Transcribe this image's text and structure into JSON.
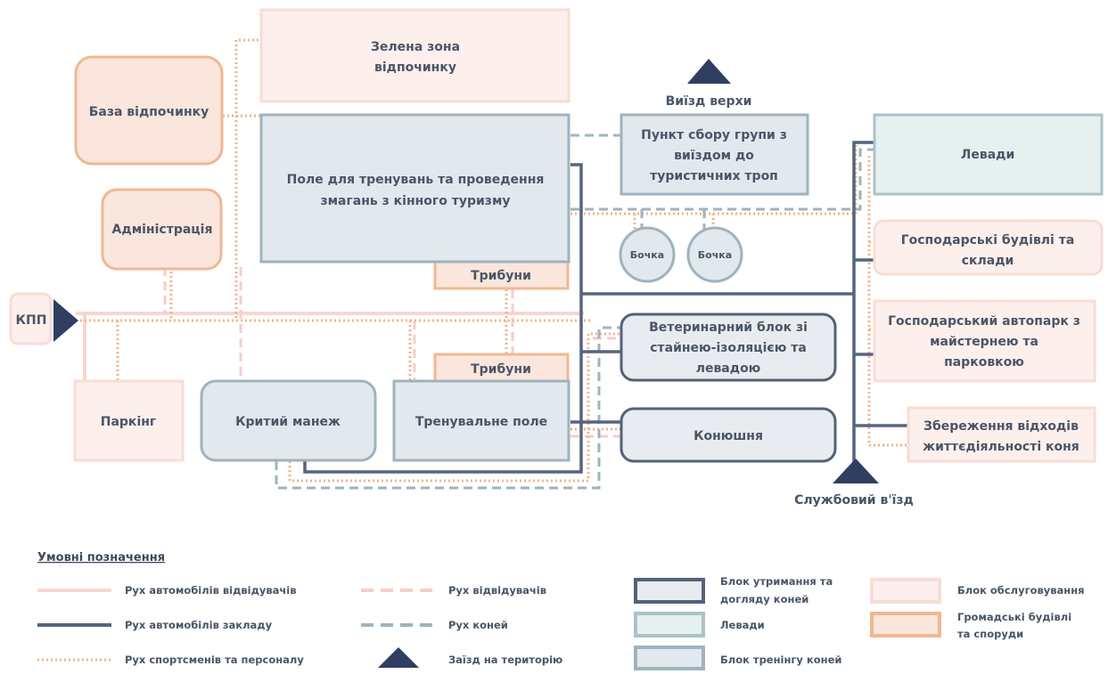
{
  "colors": {
    "service_fill": "#fdf0ec",
    "service_stroke": "#f8dcd6",
    "public_fill": "#fae6dc",
    "public_stroke": "#f1b892",
    "pasture_fill": "#e6f0ef",
    "pasture_stroke": "#a9c3c8",
    "training_fill": "#e1e9ee",
    "training_stroke": "#9fb3bd",
    "keeping_fill": "#e8ecf0",
    "keeping_stroke": "#53627a",
    "visitor_car_line": "#f9d5d0",
    "school_car_line": "#55657d",
    "staff_line": "#f0b48a",
    "visitor_walk_line": "#f7cdc7",
    "horse_line": "#9fb3bd",
    "triangle": "#2f3e61",
    "text": "#4a5566"
  },
  "blocks": {
    "green_zone": [
      "Зелена зона",
      "відпочинку"
    ],
    "base": [
      "База відпочинку"
    ],
    "admin": [
      "Адміністрація"
    ],
    "kpp": [
      "КПП"
    ],
    "parking": [
      "Паркінг"
    ],
    "field": [
      "Поле для тренувань та проведення",
      "змагань з кінного туризму"
    ],
    "tribunes_top": [
      "Трибуни"
    ],
    "tribunes_bottom": [
      "Трибуни"
    ],
    "manege": [
      "Критий манеж"
    ],
    "training_field": [
      "Тренувальне поле"
    ],
    "meeting_point": [
      "Пункт сбору групи з",
      "виїздом до",
      "туристичних троп"
    ],
    "barrel_1": [
      "Бочка"
    ],
    "barrel_2": [
      "Бочка"
    ],
    "vet": [
      "Ветеринарний блок зі",
      "стайнею-ізоляцією та",
      "левадою"
    ],
    "stable": [
      "Конюшня"
    ],
    "levady": [
      "Левади"
    ],
    "farm_buildings": [
      "Господарські будівлі та",
      "склади"
    ],
    "garage": [
      "Господарський автопарк з",
      "майстернею та",
      "парковкою"
    ],
    "waste": [
      "Збереження відходів",
      "життєдіяльності коня"
    ]
  },
  "exits": {
    "top": "Виїзд верхи",
    "service": "Службовий в'їзд"
  },
  "legend": {
    "title": "Умовні позначення",
    "visitor_cars": "Рух автомобілів відвідувачів",
    "school_cars": "Рух автомобілів закладу",
    "staff": "Рух спортсменів та персоналу",
    "visitors": "Рух відвідувачів",
    "horses": "Рух коней",
    "entry": "Заїзд на територію",
    "keeping": [
      "Блок утримання та",
      "догляду коней"
    ],
    "pastures": "Левади",
    "training": "Блок тренінгу коней",
    "service": "Блок обслуговування",
    "public": [
      "Громадські будівлі",
      "та споруди"
    ]
  }
}
